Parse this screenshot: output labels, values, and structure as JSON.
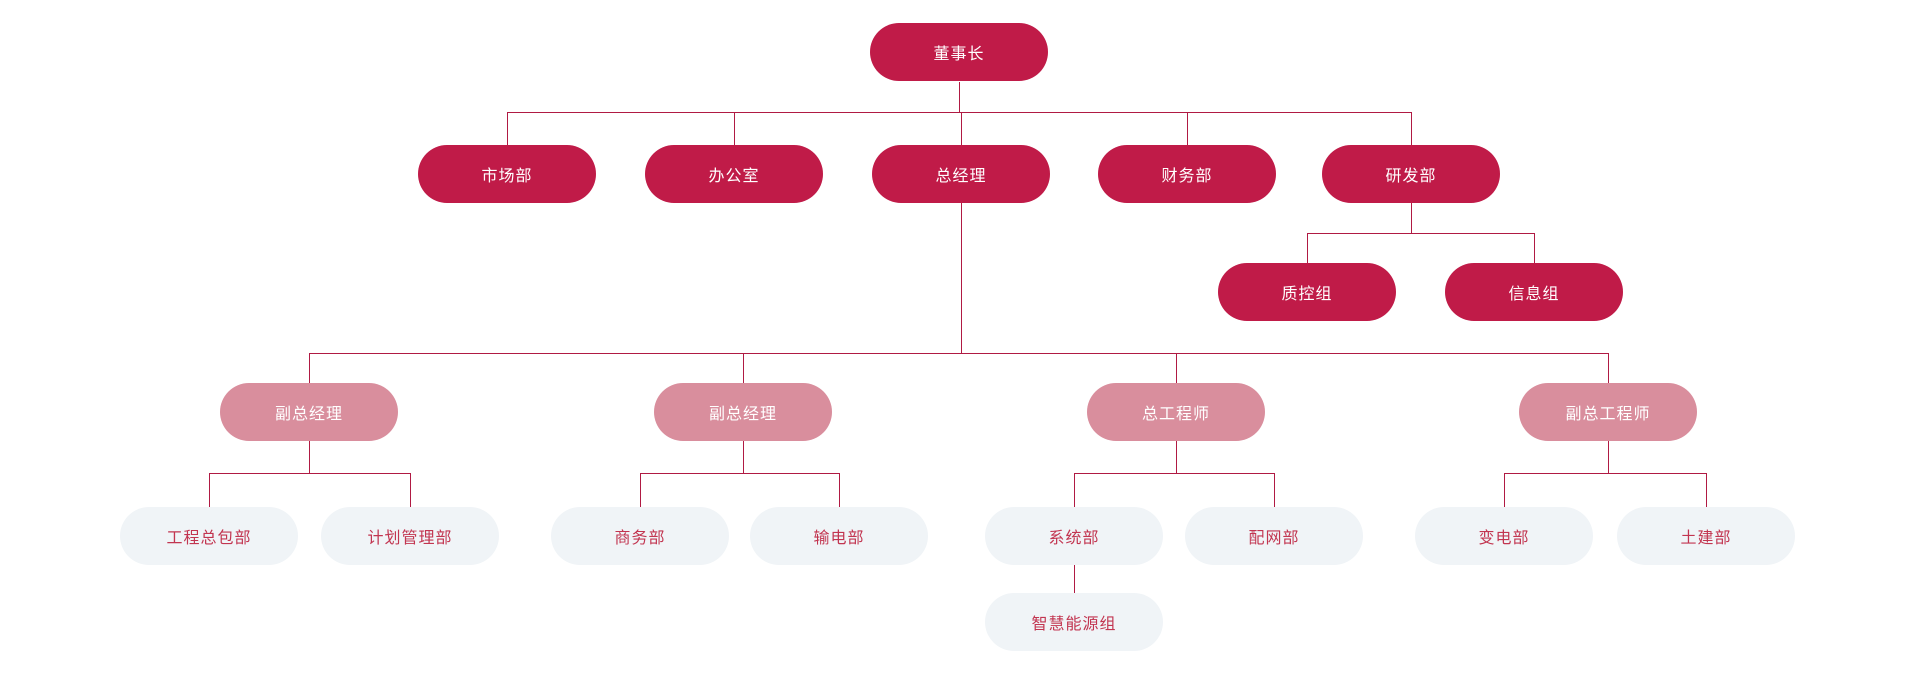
{
  "palette": {
    "primary": "#c01b48",
    "secondary": "#d98e9d",
    "tertiary_bg": "#f0f4f7",
    "tertiary_text": "#c23550",
    "connector": "#b01a43",
    "text_on_dark": "#ffffff"
  },
  "org": {
    "type": "org-chart",
    "nodes": [
      {
        "id": "chairman",
        "label": "董事长",
        "variant": "dark",
        "parent": null
      },
      {
        "id": "marketing-dept",
        "label": "市场部",
        "variant": "dark",
        "parent": "chairman"
      },
      {
        "id": "office",
        "label": "办公室",
        "variant": "dark",
        "parent": "chairman"
      },
      {
        "id": "general-manager",
        "label": "总经理",
        "variant": "dark",
        "parent": "chairman"
      },
      {
        "id": "finance-dept",
        "label": "财务部",
        "variant": "dark",
        "parent": "chairman"
      },
      {
        "id": "rnd-dept",
        "label": "研发部",
        "variant": "dark",
        "parent": "chairman"
      },
      {
        "id": "quality-control-group",
        "label": "质控组",
        "variant": "dark",
        "parent": "rnd-dept"
      },
      {
        "id": "information-group",
        "label": "信息组",
        "variant": "dark",
        "parent": "rnd-dept"
      },
      {
        "id": "deputy-general-manager-1",
        "label": "副总经理",
        "variant": "pink",
        "parent": "general-manager"
      },
      {
        "id": "deputy-general-manager-2",
        "label": "副总经理",
        "variant": "pink",
        "parent": "general-manager"
      },
      {
        "id": "chief-engineer",
        "label": "总工程师",
        "variant": "pink",
        "parent": "general-manager"
      },
      {
        "id": "deputy-chief-engineer",
        "label": "副总工程师",
        "variant": "pink",
        "parent": "general-manager"
      },
      {
        "id": "epc-dept",
        "label": "工程总包部",
        "variant": "light",
        "parent": "deputy-general-manager-1"
      },
      {
        "id": "planning-management-dept",
        "label": "计划管理部",
        "variant": "light",
        "parent": "deputy-general-manager-1"
      },
      {
        "id": "commerce-dept",
        "label": "商务部",
        "variant": "light",
        "parent": "deputy-general-manager-2"
      },
      {
        "id": "power-transmission-dept",
        "label": "输电部",
        "variant": "light",
        "parent": "deputy-general-manager-2"
      },
      {
        "id": "system-dept",
        "label": "系统部",
        "variant": "light",
        "parent": "chief-engineer"
      },
      {
        "id": "distribution-network-dept",
        "label": "配网部",
        "variant": "light",
        "parent": "chief-engineer"
      },
      {
        "id": "substation-dept",
        "label": "变电部",
        "variant": "light",
        "parent": "deputy-chief-engineer"
      },
      {
        "id": "civil-engineering-dept",
        "label": "土建部",
        "variant": "light",
        "parent": "deputy-chief-engineer"
      },
      {
        "id": "smart-energy-group",
        "label": "智慧能源组",
        "variant": "light",
        "parent": "system-dept"
      }
    ]
  }
}
